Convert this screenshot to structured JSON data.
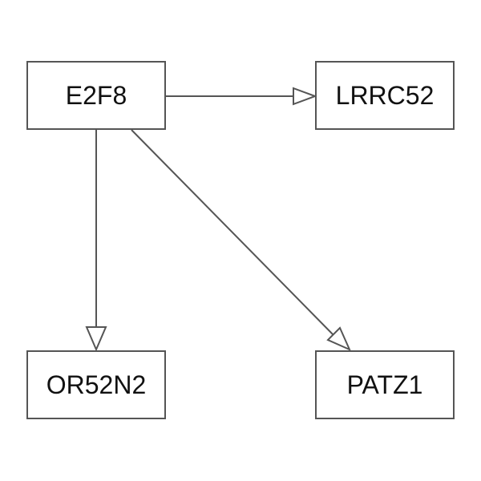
{
  "nodes": {
    "e2f8": "E2F8",
    "lrrc52": "LRRC52",
    "or52n2": "OR52N2",
    "patz1": "PATZ1"
  },
  "edges": [
    {
      "from": "E2F8",
      "to": "LRRC52"
    },
    {
      "from": "E2F8",
      "to": "OR52N2"
    },
    {
      "from": "E2F8",
      "to": "PATZ1"
    }
  ],
  "colors": {
    "stroke": "#555555",
    "text": "#111111",
    "background": "#ffffff"
  }
}
